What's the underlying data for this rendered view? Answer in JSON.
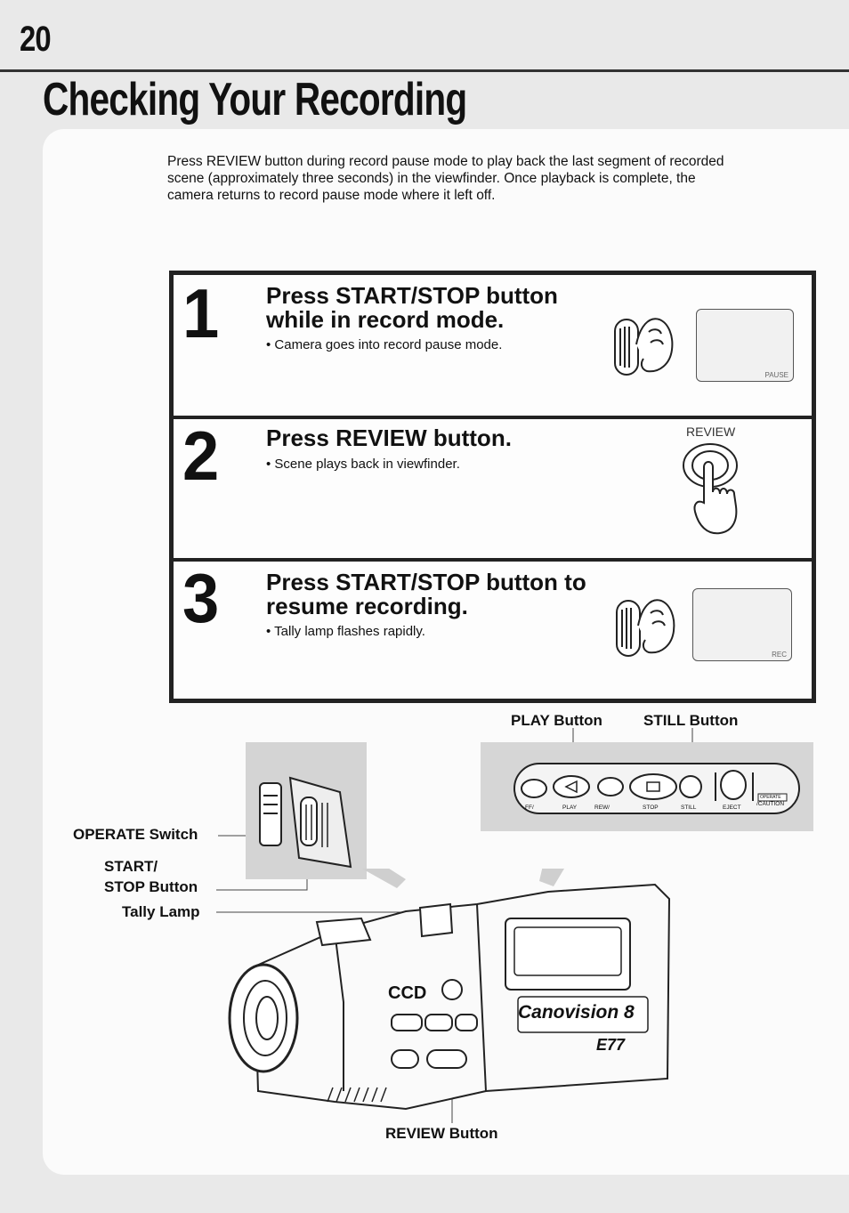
{
  "page": {
    "number": "20",
    "title": "Checking Your Recording",
    "intro": "Press REVIEW button during record pause mode to play back the last segment of recorded scene (approximately three seconds) in the viewfinder. Once playback is complete, the camera returns to record pause mode where it left off."
  },
  "steps": [
    {
      "num": "1",
      "title": "Press START/STOP button while in record mode.",
      "bullet": "• Camera goes into record pause mode.",
      "screen_label": "PAUSE"
    },
    {
      "num": "2",
      "title": "Press REVIEW button.",
      "bullet": "• Scene plays back in viewfinder.",
      "button_label": "REVIEW"
    },
    {
      "num": "3",
      "title": "Press START/STOP button to resume recording.",
      "bullet": "• Tally lamp flashes rapidly.",
      "screen_label": "REC"
    }
  ],
  "diagram": {
    "play_label": "PLAY Button",
    "still_label": "STILL Button",
    "operate_label": "OPERATE Switch",
    "startstop_label_1": "START/",
    "startstop_label_2": "STOP Button",
    "tally_label": "Tally Lamp",
    "review_label": "REVIEW Button",
    "panel_labels": [
      "FF/",
      "PLAY",
      "REW/",
      "STOP",
      "STILL",
      "EJECT",
      "/CAUTION"
    ],
    "operate_tag": "OPERATE",
    "brand": "Canovision 8",
    "model": "E77",
    "ccd": "CCD"
  }
}
